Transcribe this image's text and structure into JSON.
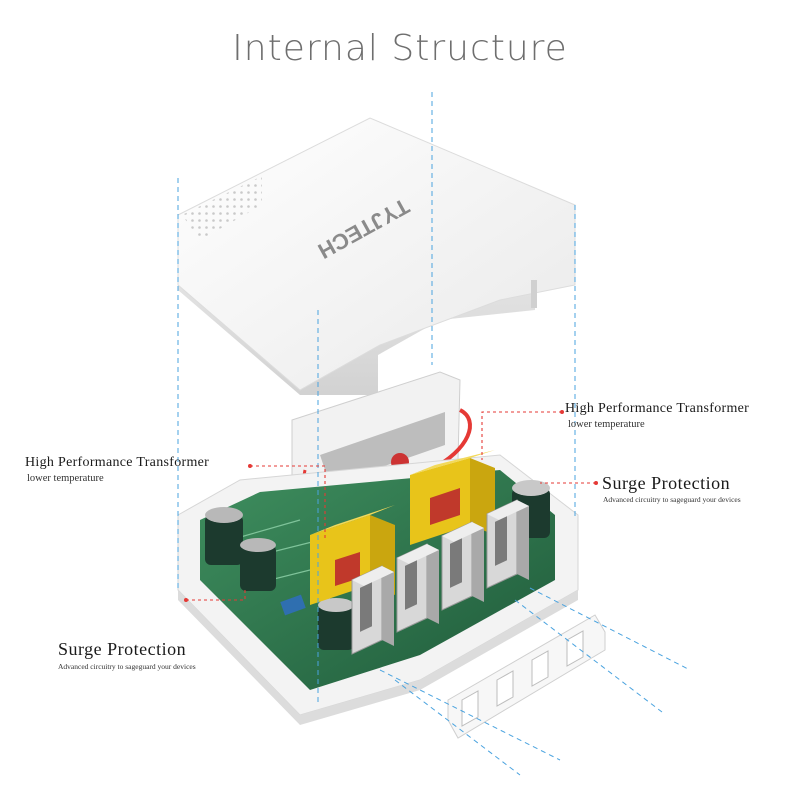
{
  "title": "Internal Structure",
  "brand": "TYJTECH",
  "callouts": {
    "transformer_right": {
      "title": "High Performance Transformer",
      "sub": "lower temperature"
    },
    "transformer_left": {
      "title": "High Performance Transformer",
      "sub": "lower temperature"
    },
    "surge_right": {
      "title": "Surge Protection",
      "sub": "Advanced circuitry to sageguard your devices"
    },
    "surge_left": {
      "title": "Surge Protection",
      "sub": "Advanced circuitry to sageguard your devices"
    }
  },
  "colors": {
    "guide_line": "#4aa3df",
    "callout_line": "#e53935",
    "shell": "#f4f4f4",
    "pcb": "#2e7d4f",
    "transformer": "#e8c41a",
    "capacitor": "#1c3a2e",
    "usb_port": "#d8d8d8"
  },
  "usb_port_count": 4
}
